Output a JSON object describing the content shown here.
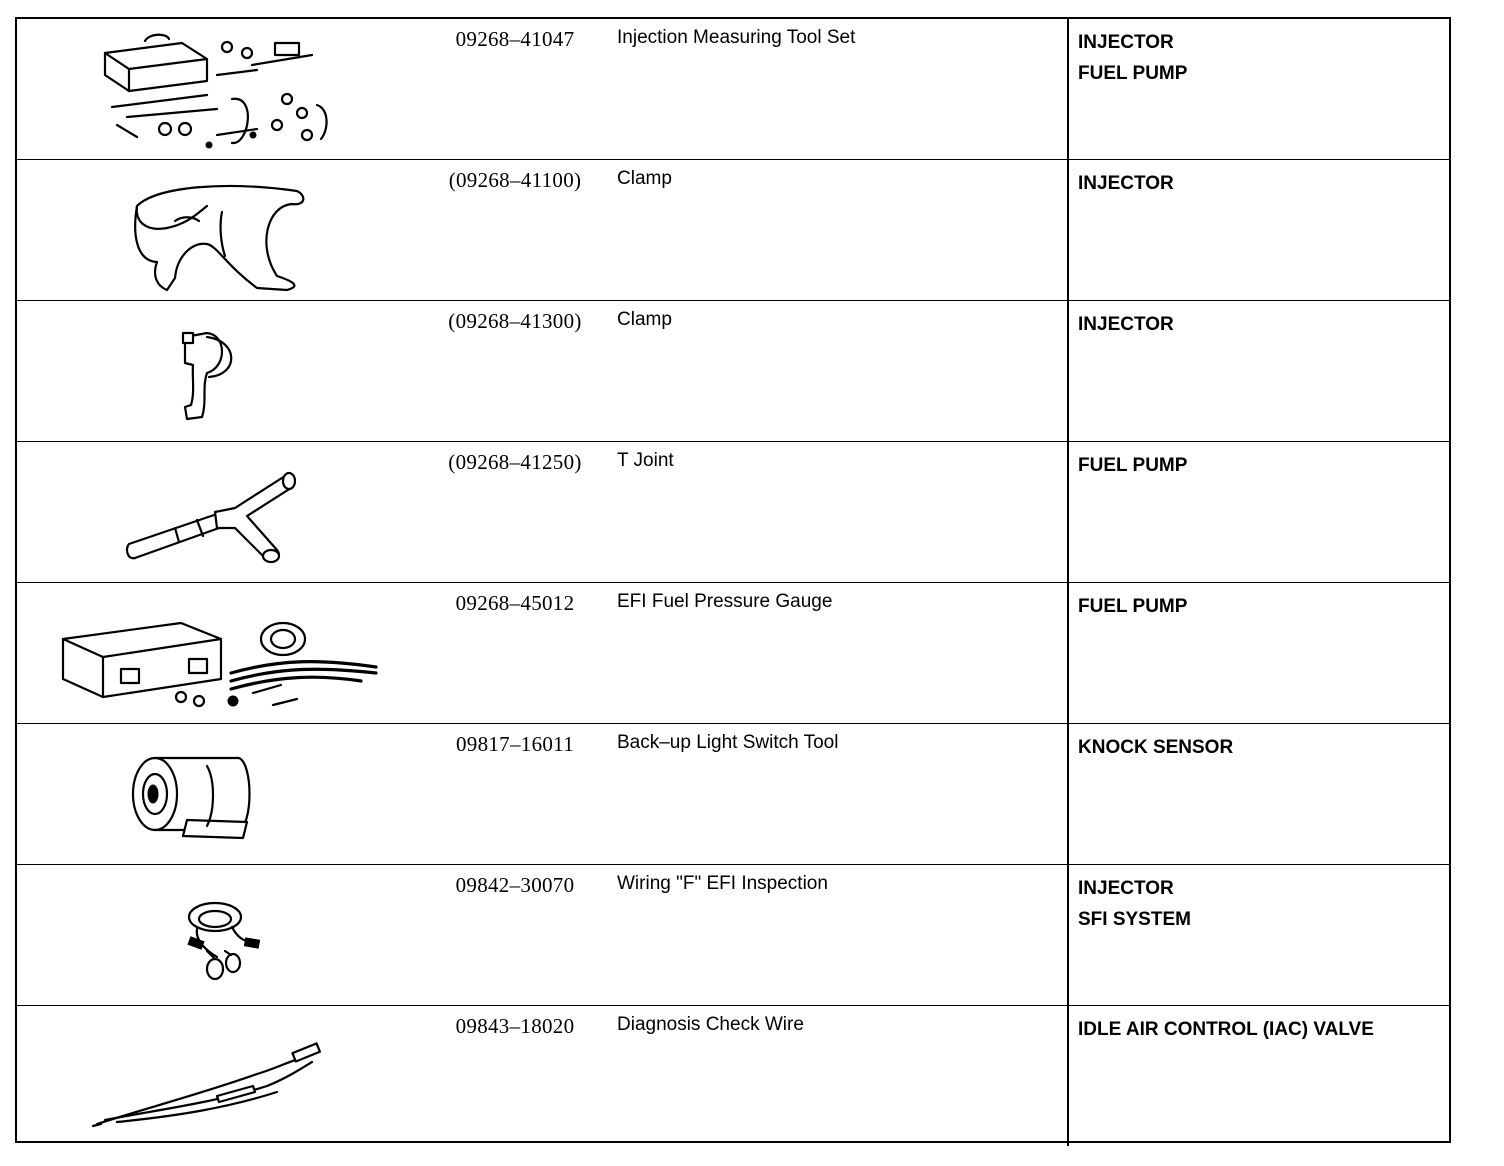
{
  "tools": [
    {
      "part_no": "09268–41047",
      "name": "Injection Measuring Tool Set",
      "usage": [
        "INJECTOR",
        "FUEL PUMP"
      ],
      "icon": "injection-measuring-tool-set-icon"
    },
    {
      "part_no": "(09268–41100)",
      "name": "Clamp",
      "usage": [
        "INJECTOR"
      ],
      "icon": "clamp-icon"
    },
    {
      "part_no": "(09268–41300)",
      "name": "Clamp",
      "usage": [
        "INJECTOR"
      ],
      "icon": "small-clamp-icon"
    },
    {
      "part_no": "(09268–41250)",
      "name": "T Joint",
      "usage": [
        "FUEL PUMP"
      ],
      "icon": "t-joint-icon"
    },
    {
      "part_no": "09268–45012",
      "name": "EFI Fuel Pressure Gauge",
      "usage": [
        "FUEL PUMP"
      ],
      "icon": "fuel-pressure-gauge-icon"
    },
    {
      "part_no": "09817–16011",
      "name": "Back–up Light Switch Tool",
      "usage": [
        "KNOCK SENSOR"
      ],
      "icon": "socket-tool-icon"
    },
    {
      "part_no": "09842–30070",
      "name": "Wiring \"F\" EFI Inspection",
      "usage": [
        "INJECTOR",
        "SFI SYSTEM"
      ],
      "icon": "wiring-harness-icon"
    },
    {
      "part_no": "09843–18020",
      "name": "Diagnosis Check Wire",
      "usage": [
        "IDLE AIR CONTROL (IAC) VALVE"
      ],
      "icon": "check-wire-icon"
    }
  ]
}
